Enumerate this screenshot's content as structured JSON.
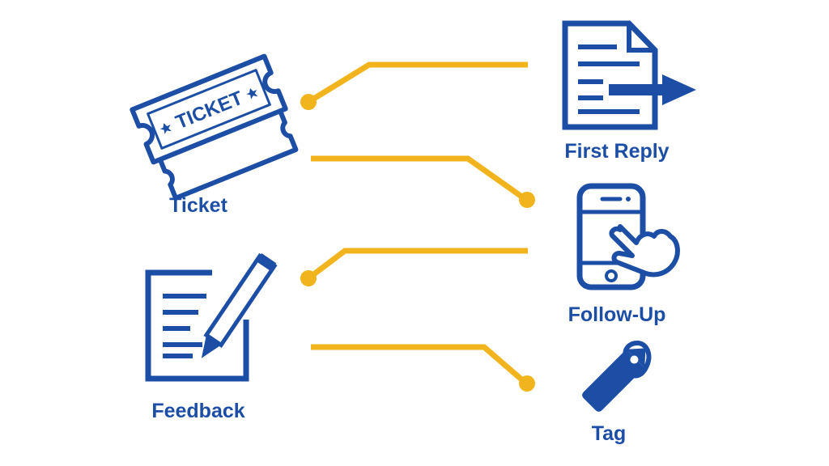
{
  "colors": {
    "icon_blue": "#1c4ea6",
    "connector_yellow": "#f2b41d",
    "background": "#ffffff"
  },
  "nodes": {
    "ticket": {
      "label": "Ticket",
      "stamp": "TICKET",
      "icon": "ticket-icon"
    },
    "feedback": {
      "label": "Feedback",
      "icon": "pencil-paper-icon"
    },
    "first_reply": {
      "label": "First Reply",
      "icon": "document-arrow-icon"
    },
    "follow_up": {
      "label": "Follow-Up",
      "icon": "phone-tap-icon"
    },
    "tag": {
      "label": "Tag",
      "icon": "tag-icon"
    }
  },
  "connectors": [
    {
      "from": "Ticket",
      "to": "First Reply"
    },
    {
      "from": "Ticket",
      "to": "Follow-Up"
    },
    {
      "from": "Feedback",
      "to": "Follow-Up"
    },
    {
      "from": "Feedback",
      "to": "Tag"
    }
  ]
}
